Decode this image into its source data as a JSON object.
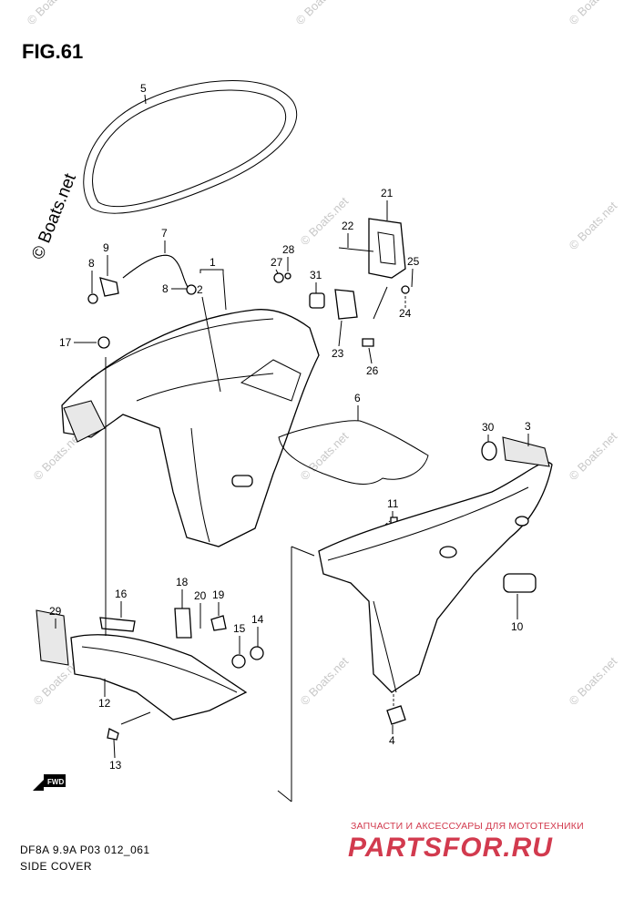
{
  "figure": {
    "title": "FIG.61"
  },
  "footer": {
    "model_code": "DF8A 9.9A P03 012_061",
    "section_name": "SIDE COVER"
  },
  "watermark": {
    "text": "© Boats.net"
  },
  "shop": {
    "tagline": "ЗАПЧАСТИ И АКСЕССУАРЫ ДЛЯ МОТОТЕХНИКИ",
    "logo": "PARTSFOR.RU"
  },
  "fwd_icon": {
    "label": "FWD"
  },
  "callouts": [
    {
      "label": "1"
    },
    {
      "label": "2"
    },
    {
      "label": "3"
    },
    {
      "label": "4"
    },
    {
      "label": "5"
    },
    {
      "label": "6"
    },
    {
      "label": "7"
    },
    {
      "label": "8"
    },
    {
      "label": "8"
    },
    {
      "label": "9"
    },
    {
      "label": "10"
    },
    {
      "label": "11"
    },
    {
      "label": "12"
    },
    {
      "label": "13"
    },
    {
      "label": "14"
    },
    {
      "label": "15"
    },
    {
      "label": "16"
    },
    {
      "label": "17"
    },
    {
      "label": "18"
    },
    {
      "label": "19"
    },
    {
      "label": "20"
    },
    {
      "label": "21"
    },
    {
      "label": "22"
    },
    {
      "label": "23"
    },
    {
      "label": "24"
    },
    {
      "label": "25"
    },
    {
      "label": "26"
    },
    {
      "label": "27"
    },
    {
      "label": "28"
    },
    {
      "label": "29"
    },
    {
      "label": "30"
    },
    {
      "label": "31"
    }
  ]
}
